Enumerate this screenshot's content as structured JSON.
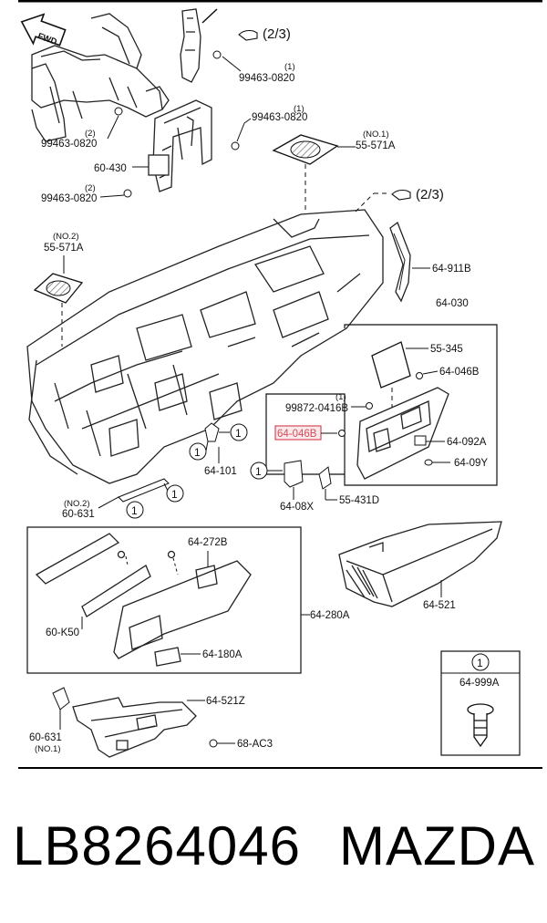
{
  "diagram": {
    "labels": {
      "fwd": "FWD",
      "ref_2_3_top": "(2/3)",
      "ref_2_3_mid": "(2/3)",
      "qty_1_a": "(1)",
      "bolt_a": "99463-0820",
      "qty_1_b": "(1)",
      "bolt_b": "99463-0820",
      "qty_2_a": "(2)",
      "bolt_c": "99463-0820",
      "bracket": "60-430",
      "qty_2_b": "(2)",
      "bolt_d": "99463-0820",
      "no1_a": "(NO.1)",
      "speaker_grille_a": "55-571A",
      "no2_a": "(NO.2)",
      "speaker_grille_b": "55-571A",
      "side_cover": "64-911B",
      "glove_box_assy": "64-030",
      "panel_55_345": "55-345",
      "damper_a": "64-046B",
      "qty_1_c": "(1)",
      "screw_99872": "99872-0416B",
      "damper_highlight": "64-046B",
      "lock": "64-092A",
      "stopper": "64-09Y",
      "circle_1": "1",
      "clip_64_101": "64-101",
      "striker": "64-08X",
      "pad": "55-431D",
      "no2_b": "(NO.2)",
      "trim_60_631_a": "60-631",
      "lid_272": "64-272B",
      "lower_panel": "64-280A",
      "cover_k50": "60-K50",
      "hinge_180": "64-180A",
      "glove_box": "64-521",
      "fastener_key": "64-999A",
      "bracket_521z": "64-521Z",
      "trim_60_631_b": "60-631",
      "no1_b": "(NO.1)",
      "nut_68": "68-AC3"
    }
  },
  "footer": {
    "part_number": "LB8264046",
    "brand": "MAZDA"
  }
}
